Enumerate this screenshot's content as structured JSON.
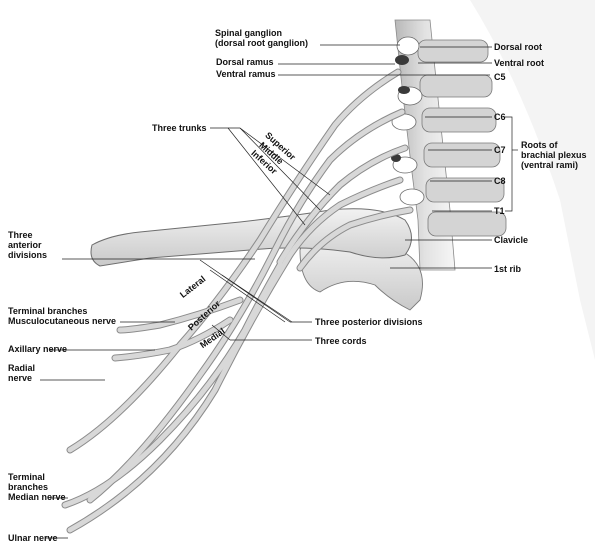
{
  "labels": {
    "spinal_ganglion": "Spinal ganglion\n(dorsal root ganglion)",
    "dorsal_ramus": "Dorsal ramus",
    "ventral_ramus": "Ventral ramus",
    "dorsal_root": "Dorsal root",
    "ventral_root": "Ventral root",
    "c5": "C5",
    "c6": "C6",
    "c7": "C7",
    "c8": "C8",
    "t1": "T1",
    "roots": "Roots of\nbrachial plexus\n(ventral rami)",
    "three_trunks": "Three trunks",
    "superior": "Superior",
    "middle": "Middle",
    "inferior": "Inferior",
    "three_anterior_divisions": "Three\nanterior\ndivisions",
    "clavicle": "Clavicle",
    "first_rib": "1st rib",
    "lateral": "Lateral",
    "posterior": "Posterior",
    "medial": "Medial",
    "three_posterior_divisions": "Three posterior divisions",
    "three_cords": "Three cords",
    "terminal_branches_musculo": "Terminal branches\nMusculocutaneous nerve",
    "axillary_nerve": "Axillary nerve",
    "radial_nerve": "Radial\nnerve",
    "terminal_branches_median": "Terminal\nbranches\nMedian nerve",
    "ulnar_nerve": "Ulnar nerve"
  }
}
